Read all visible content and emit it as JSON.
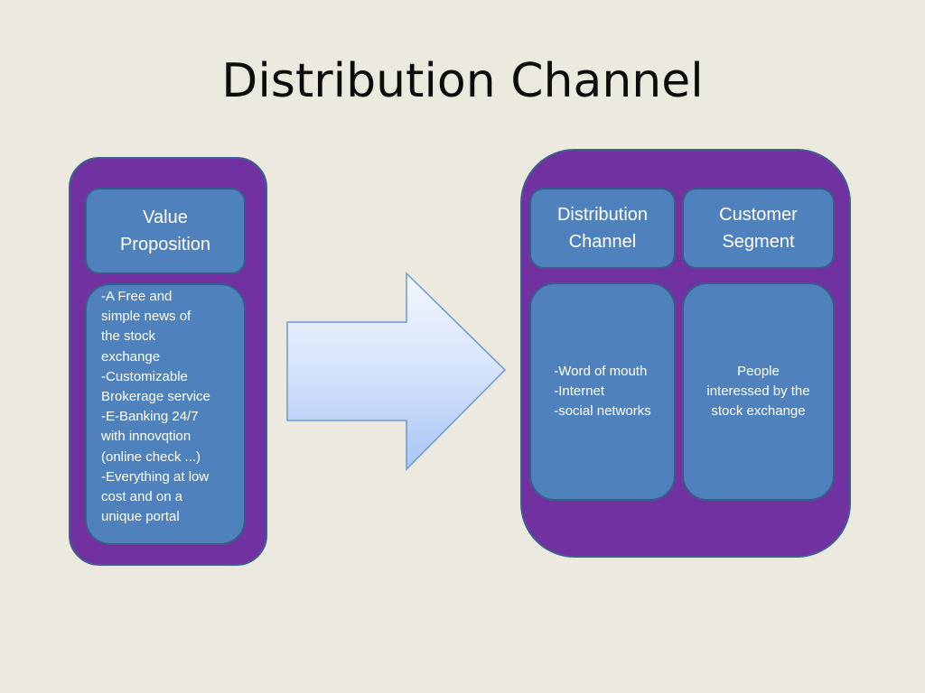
{
  "slide": {
    "title": "Distribution Channel"
  },
  "left_panel": {
    "header_lines": [
      "Value",
      "Proposition"
    ],
    "body_lines": [
      "-A Free and",
      "simple news of",
      "the stock",
      "exchange",
      "-Customizable",
      "Brokerage service",
      "-E-Banking  24/7",
      "with innovqtion",
      "(online check ...)",
      "-Everything at low",
      "cost and on a",
      "unique portal"
    ]
  },
  "right_panel": {
    "distribution_header_lines": [
      "Distribution",
      "Channel"
    ],
    "customer_header_lines": [
      "Customer",
      "Segment"
    ],
    "distribution_body_lines": [
      "-Word of mouth",
      "-Internet",
      "-social networks"
    ],
    "customer_body_lines": [
      "People",
      "interessed by the",
      "stock  exchange"
    ]
  },
  "colors": {
    "background": "#ece9df",
    "panel_purple": "#7131a0",
    "box_blue": "#4f81bd",
    "box_border": "#385d8a",
    "arrow_light": "#f2f6ff",
    "arrow_dark": "#9fbff5"
  }
}
